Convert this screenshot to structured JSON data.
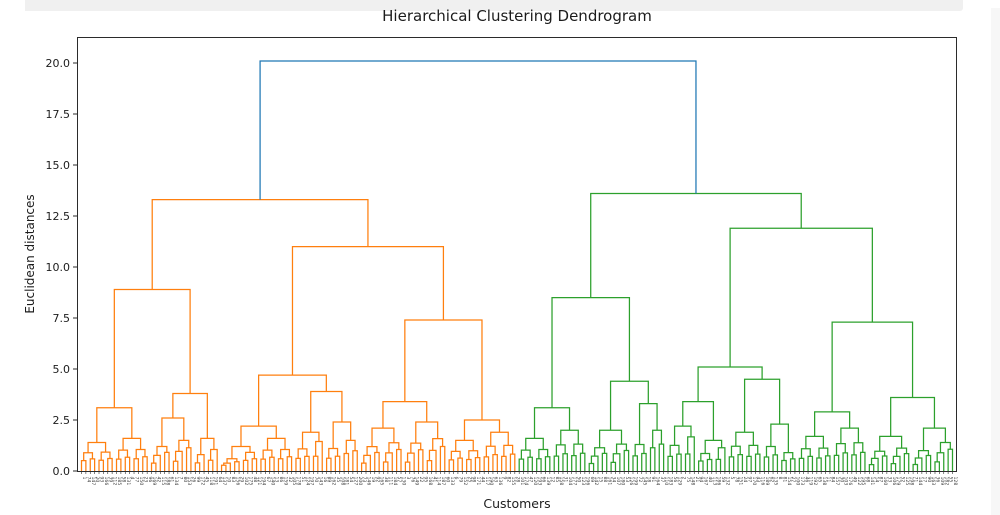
{
  "window": {
    "top_bar": "browser-scrollbar-track-horizontal",
    "right_strip": "browser-scrollbar-track-vertical"
  },
  "chart_data": {
    "type": "dendrogram",
    "title": "Hierarchical Clustering Dendrogram",
    "xlabel": "Customers",
    "ylabel": "Euclidean distances",
    "ylim": [
      0,
      21.3
    ],
    "grid": false,
    "legend": "none",
    "y_ticks": [
      {
        "v": 0.0,
        "label": "0.0"
      },
      {
        "v": 2.5,
        "label": "2.5"
      },
      {
        "v": 5.0,
        "label": "5.0"
      },
      {
        "v": 7.5,
        "label": "7.5"
      },
      {
        "v": 10.0,
        "label": "10.0"
      },
      {
        "v": 12.5,
        "label": "12.5"
      },
      {
        "v": 15.0,
        "label": "15.0"
      },
      {
        "v": 17.5,
        "label": "17.5"
      },
      {
        "v": 20.0,
        "label": "20.0"
      }
    ],
    "leaf_count": 200,
    "x_tick_labels_legible": false,
    "x_tick_labels_description": "200 tiny 90-degree-rotated customer index labels, illegible at this resolution",
    "colors": {
      "above_threshold_link": "#1f77b4",
      "cluster_left": "#ff7f0e",
      "cluster_right": "#2ca02c",
      "spine": "#2b2b2b",
      "text": "#1c1c1c",
      "leaf_label": "#3a3a3a"
    },
    "tree": {
      "h": 20.1,
      "color": "#1f77b4",
      "children": [
        {
          "h": 13.3,
          "color": "#ff7f0e",
          "children": [
            {
              "h": 8.9,
              "children": [
                {
                  "h": 3.1,
                  "children": [
                    {
                      "group": {
                        "n": 8,
                        "h": 1.4
                      }
                    },
                    {
                      "group": {
                        "n": 8,
                        "h": 1.6
                      }
                    }
                  ]
                },
                {
                  "h": 3.8,
                  "children": [
                    {
                      "h": 2.6,
                      "children": [
                        {
                          "group": {
                            "n": 5,
                            "h": 1.2
                          }
                        },
                        {
                          "group": {
                            "n": 5,
                            "h": 1.5
                          }
                        }
                      ]
                    },
                    {
                      "group": {
                        "n": 6,
                        "h": 1.6
                      }
                    }
                  ]
                }
              ]
            },
            {
              "h": 11.0,
              "children": [
                {
                  "h": 4.7,
                  "children": [
                    {
                      "h": 2.2,
                      "children": [
                        {
                          "group": {
                            "n": 9,
                            "h": 1.2
                          }
                        },
                        {
                          "group": {
                            "n": 8,
                            "h": 1.6
                          }
                        }
                      ]
                    },
                    {
                      "h": 3.9,
                      "children": [
                        {
                          "group": {
                            "n": 7,
                            "h": 1.9
                          }
                        },
                        {
                          "h": 2.4,
                          "children": [
                            {
                              "group": {
                                "n": 4,
                                "h": 1.1
                              }
                            },
                            {
                              "group": {
                                "n": 4,
                                "h": 1.5
                              }
                            }
                          ]
                        }
                      ]
                    }
                  ]
                },
                {
                  "h": 7.4,
                  "children": [
                    {
                      "h": 3.4,
                      "children": [
                        {
                          "group": {
                            "n": 10,
                            "h": 2.1
                          }
                        },
                        {
                          "group": {
                            "n": 10,
                            "h": 2.4
                          }
                        }
                      ]
                    },
                    {
                      "h": 2.5,
                      "children": [
                        {
                          "group": {
                            "n": 8,
                            "h": 1.5
                          }
                        },
                        {
                          "group": {
                            "n": 8,
                            "h": 1.9
                          }
                        }
                      ]
                    }
                  ]
                }
              ]
            }
          ]
        },
        {
          "h": 13.6,
          "color": "#2ca02c",
          "children": [
            {
              "h": 8.5,
              "children": [
                {
                  "h": 3.1,
                  "children": [
                    {
                      "group": {
                        "n": 8,
                        "h": 1.6
                      }
                    },
                    {
                      "group": {
                        "n": 8,
                        "h": 2.0
                      }
                    }
                  ]
                },
                {
                  "h": 4.4,
                  "children": [
                    {
                      "group": {
                        "n": 10,
                        "h": 2.0
                      }
                    },
                    {
                      "h": 3.3,
                      "children": [
                        {
                          "group": {
                            "n": 4,
                            "h": 1.3
                          }
                        },
                        {
                          "group": {
                            "n": 4,
                            "h": 2.0
                          }
                        }
                      ]
                    }
                  ]
                }
              ]
            },
            {
              "h": 11.9,
              "children": [
                {
                  "h": 5.1,
                  "children": [
                    {
                      "h": 3.4,
                      "children": [
                        {
                          "group": {
                            "n": 7,
                            "h": 2.2
                          }
                        },
                        {
                          "group": {
                            "n": 7,
                            "h": 1.5
                          }
                        }
                      ]
                    },
                    {
                      "h": 4.5,
                      "children": [
                        {
                          "group": {
                            "n": 8,
                            "h": 1.9
                          }
                        },
                        {
                          "h": 2.3,
                          "children": [
                            {
                              "group": {
                                "n": 4,
                                "h": 1.2
                              }
                            },
                            {
                              "group": {
                                "n": 4,
                                "h": 0.9
                              }
                            }
                          ]
                        }
                      ]
                    }
                  ]
                },
                {
                  "h": 7.3,
                  "children": [
                    {
                      "h": 2.9,
                      "children": [
                        {
                          "group": {
                            "n": 8,
                            "h": 1.7
                          }
                        },
                        {
                          "group": {
                            "n": 8,
                            "h": 2.1
                          }
                        }
                      ]
                    },
                    {
                      "h": 3.6,
                      "children": [
                        {
                          "group": {
                            "n": 10,
                            "h": 1.7
                          }
                        },
                        {
                          "h": 2.1,
                          "children": [
                            {
                              "group": {
                                "n": 5,
                                "h": 1.0
                              }
                            },
                            {
                              "group": {
                                "n": 5,
                                "h": 1.4
                              }
                            }
                          ]
                        }
                      ]
                    }
                  ]
                }
              ]
            }
          ]
        }
      ]
    }
  }
}
